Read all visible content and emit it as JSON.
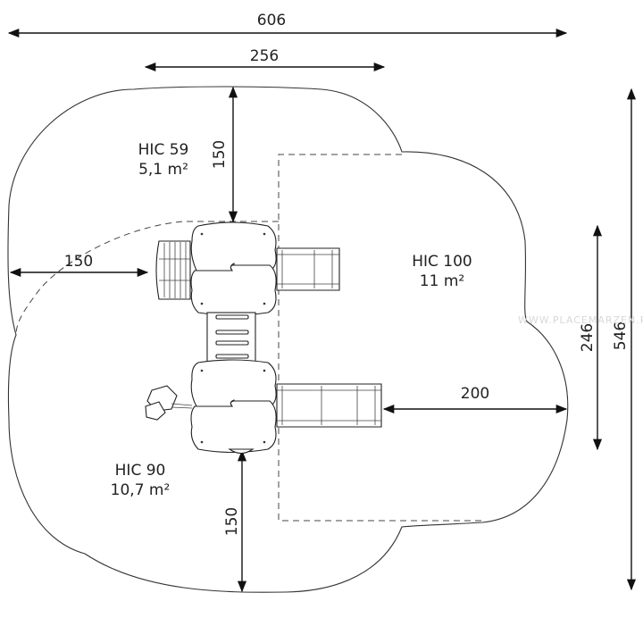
{
  "dimensions": {
    "width_total": "606",
    "width_top": "256",
    "height_top_left": "150",
    "width_left": "150",
    "height_inner": "246",
    "height_total": "546",
    "width_right": "200",
    "height_bottom": "150"
  },
  "zones": {
    "hic59": {
      "name": "HIC 59",
      "area": "5,1 m²"
    },
    "hic100": {
      "name": "HIC 100",
      "area": "11 m²"
    },
    "hic90": {
      "name": "HIC 90",
      "area": "10,7 m²"
    }
  },
  "watermark": "WWW.PLACEMARZEN.PL"
}
